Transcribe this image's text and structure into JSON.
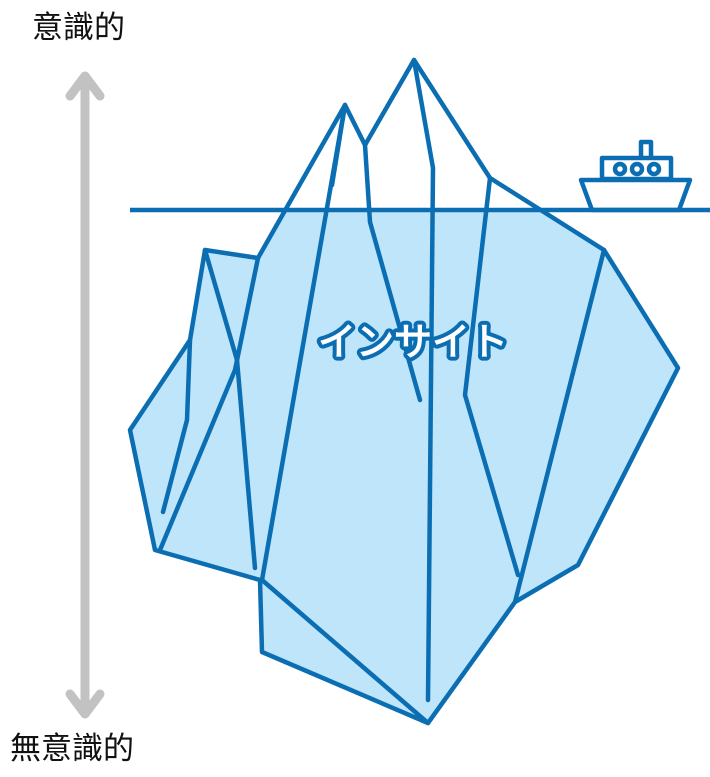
{
  "diagram": {
    "top_label": "意識的",
    "bottom_label": "無意識的",
    "iceberg_label": "インサイト",
    "icons": {
      "axis": "double-headed-arrow-icon",
      "ship": "ship-icon",
      "iceberg": "iceberg-icon"
    },
    "colors": {
      "outline": "#0b6eb3",
      "underwater_fill": "#bfe5fb",
      "above_water_fill": "#ffffff",
      "arrow": "#c2c2c2",
      "label_text": "#ffffff",
      "label_stroke": "#0b6eb3"
    }
  }
}
